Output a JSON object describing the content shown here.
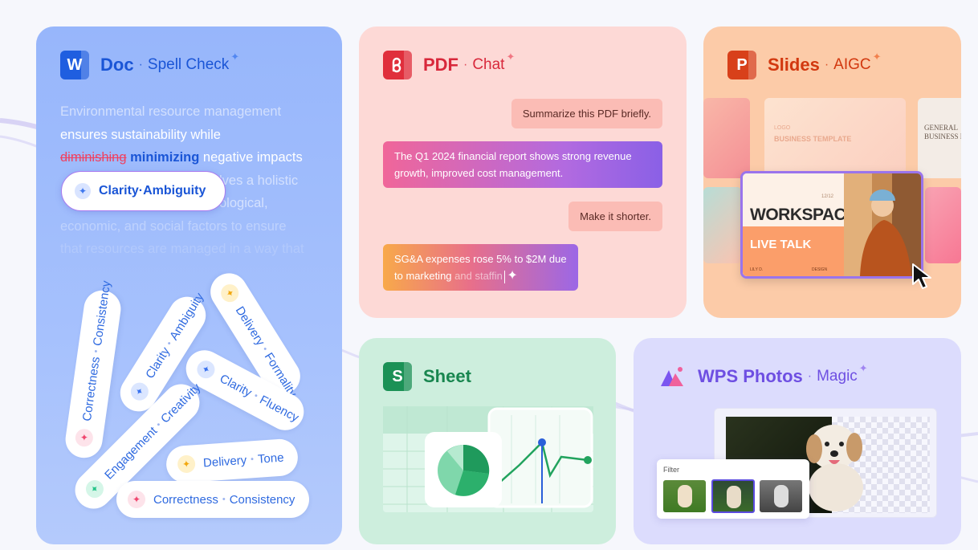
{
  "doc": {
    "icon_letter": "W",
    "app": "Doc",
    "feature": "Spell Check",
    "para_line1": "Environmental resource management",
    "para_line2": "ensures sustainability while",
    "strike_word": "diminishing",
    "fix_word": "minimizing",
    "para_line3_rest": " negative impacts",
    "para_line4_tail": "lves a holistic",
    "para_line5_tail": "ological,",
    "para_line6": "economic, and social factors to ensure",
    "para_line7": "that resources are managed in a way that",
    "bubble_text": "Clarity·Ambiguity",
    "pills": [
      {
        "a": "Correctness",
        "b": "Consistency"
      },
      {
        "a": "Clarity",
        "b": "Ambiguity"
      },
      {
        "a": "Delivery",
        "b": "Formality"
      },
      {
        "a": "Clarity",
        "b": "Fluency"
      },
      {
        "a": "Engagement",
        "b": "Creativity"
      },
      {
        "a": "Delivery",
        "b": "Tone"
      },
      {
        "a": "Correctness",
        "b": "Consistency"
      }
    ],
    "color": "#1a55d6"
  },
  "pdf": {
    "app": "PDF",
    "feature": "Chat",
    "messages": {
      "q1": "Summarize this PDF briefly.",
      "a1": "The Q1 2024 financial report shows strong revenue growth, improved cost management.",
      "q2": "Make it shorter.",
      "a2_main": "SG&A expenses rose 5% to $2M due to marketing ",
      "a2_fade": "and staffin"
    },
    "color": "#d8283b"
  },
  "slides": {
    "icon_letter": "P",
    "app": "Slides",
    "feature": "AIGC",
    "bg_slide_text1": "LOGO",
    "bg_slide_text2": "BUSINESS TEMPLATE",
    "bg_slide_text3": "GENERAL BUSINESS P",
    "slide_date": "12/12",
    "slide_title": "WORKSPACE",
    "slide_sub": "LIVE TALK",
    "slide_left": "LILY D.",
    "slide_right": "DESIGN",
    "color": "#d2380f"
  },
  "sheet": {
    "icon_letter": "S",
    "app": "Sheet",
    "color": "#18864f"
  },
  "photos": {
    "app": "WPS Photos",
    "feature": "Magic",
    "filter_label": "Filter",
    "color": "#6e4fe2"
  },
  "icons": [
    "word-doc-icon",
    "pdf-icon",
    "slides-icon",
    "sheet-icon",
    "photos-icon",
    "sparkle-icon",
    "cursor-icon"
  ]
}
